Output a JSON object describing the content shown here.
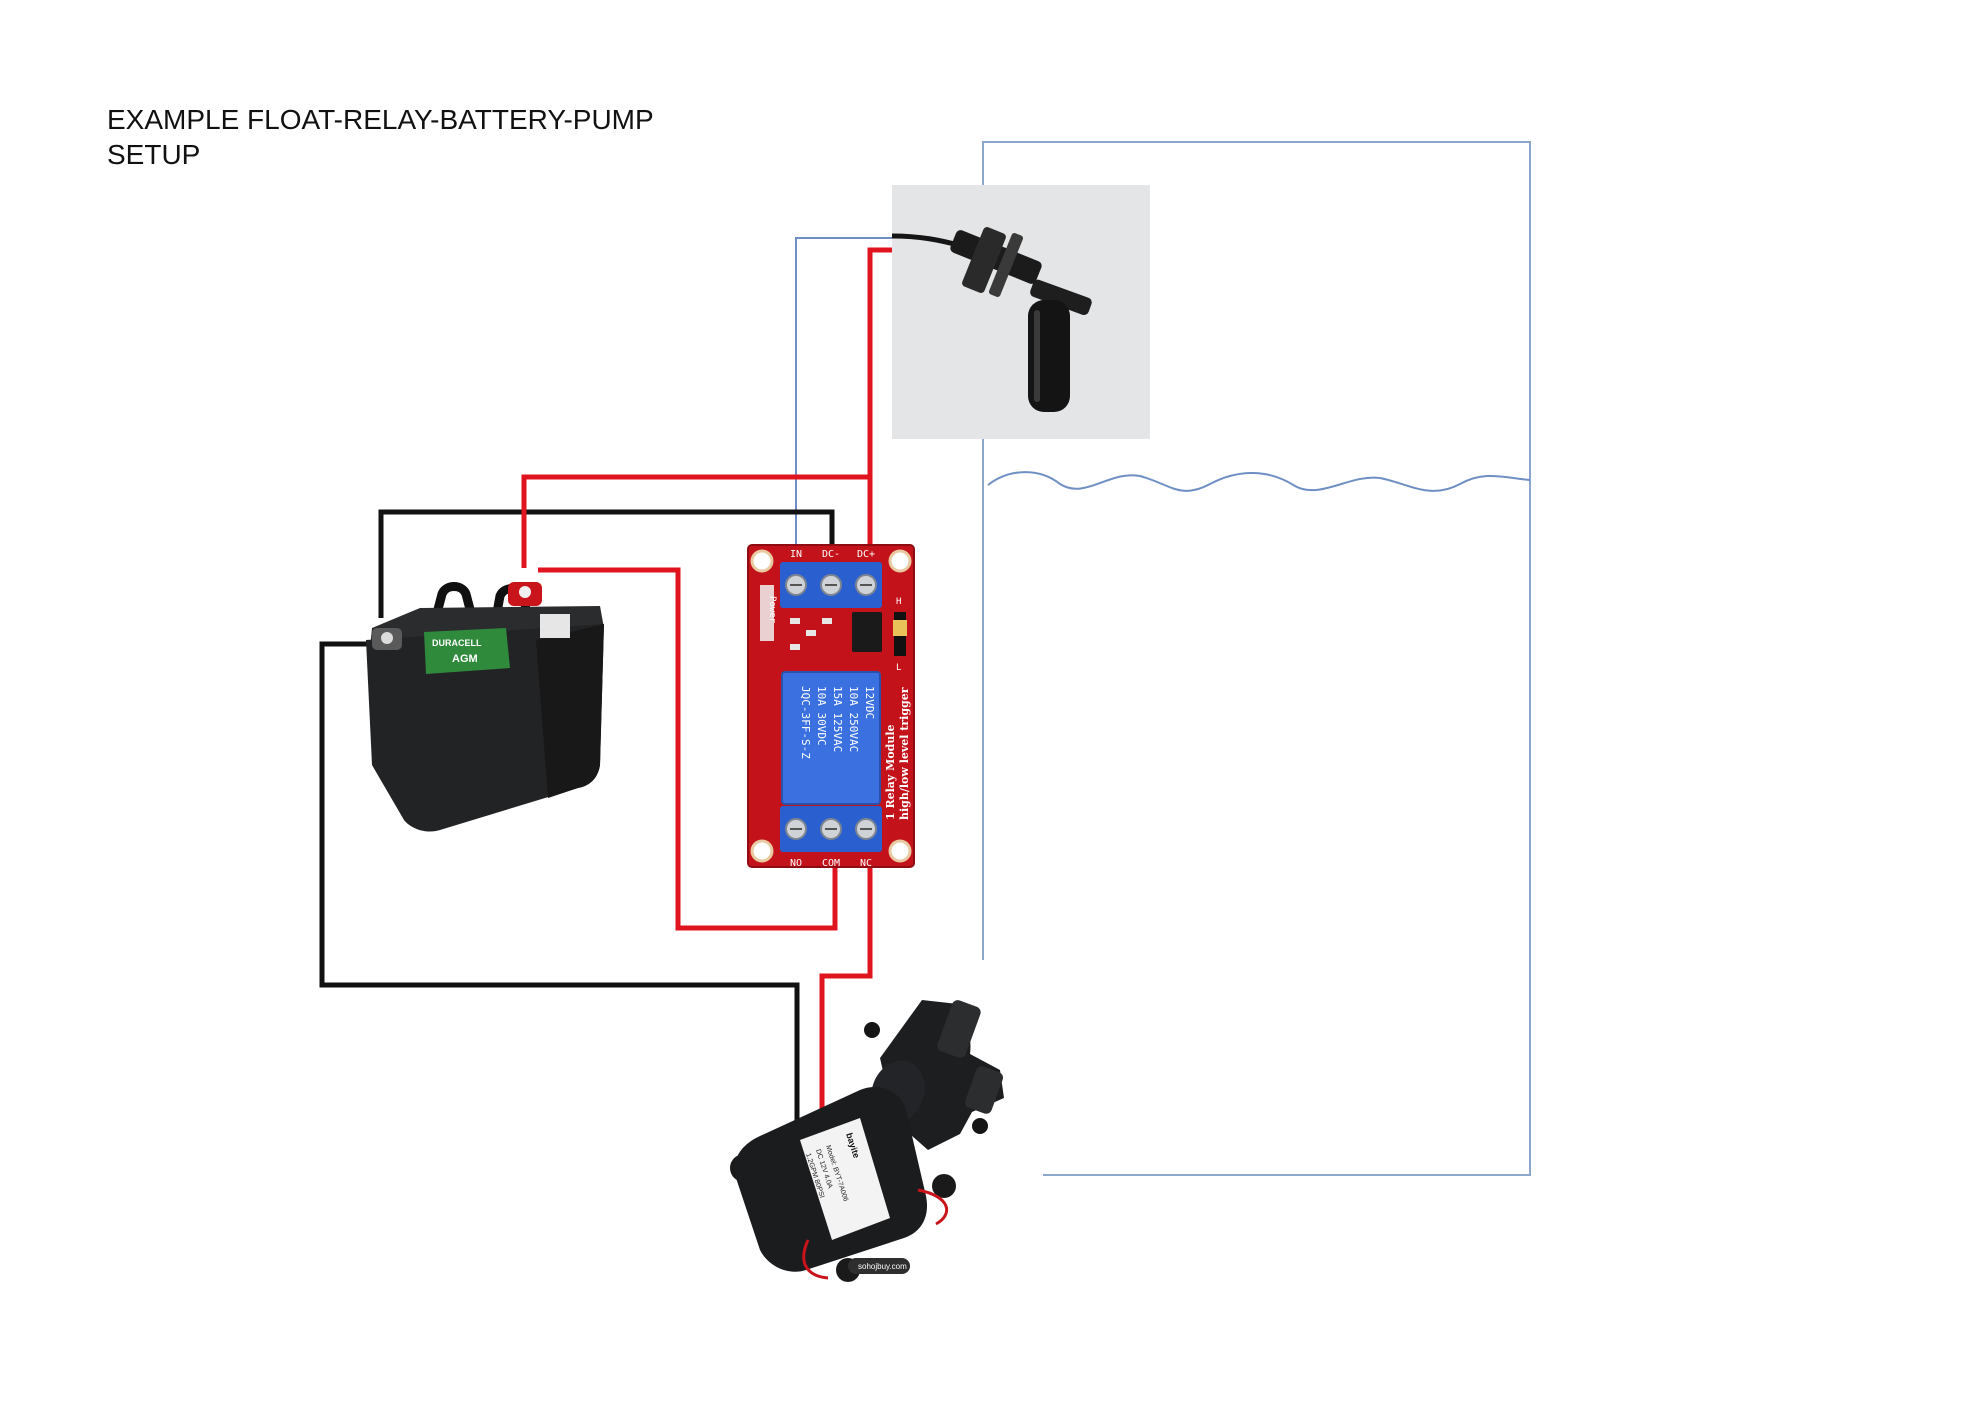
{
  "title": {
    "line1": "EXAMPLE FLOAT-RELAY-BATTERY-PUMP",
    "line2": "SETUP"
  },
  "colors": {
    "positive_wire": "#e0141e",
    "negative_wire": "#111111",
    "signal_wire": "#6f8fc4",
    "tank_outline": "#8ea6cc",
    "water_line": "#6f8fc4",
    "relay_board": "#c3121a",
    "relay_terminal": "#2a5fd0",
    "relay_coil": "#3b70e0"
  },
  "float_switch": {
    "icon": "float-switch-icon"
  },
  "battery": {
    "icon": "battery-icon",
    "brand": "DURACELL",
    "label": "AGM"
  },
  "relay": {
    "icon": "relay-module-icon",
    "input_terminals": [
      "IN",
      "DC-",
      "DC+"
    ],
    "output_terminals": [
      "NO",
      "COM",
      "NC"
    ],
    "power_label": "Power",
    "coil_lines": [
      "12VDC",
      "10A 250VAC",
      "15A 125VAC",
      "10A 30VDC",
      "JQC-3FF-S-Z"
    ],
    "module_lines": [
      "1 Relay Module",
      "high/low level trigger"
    ],
    "jumper_labels": [
      "H",
      "L"
    ]
  },
  "pump": {
    "icon": "water-pump-icon",
    "brand": "bayite",
    "watermark": "sohojbuy.com",
    "label_lines": [
      "Model: BYT-7A006",
      "DC 12V  4.0A",
      "1.2GPM 80PSI"
    ]
  }
}
